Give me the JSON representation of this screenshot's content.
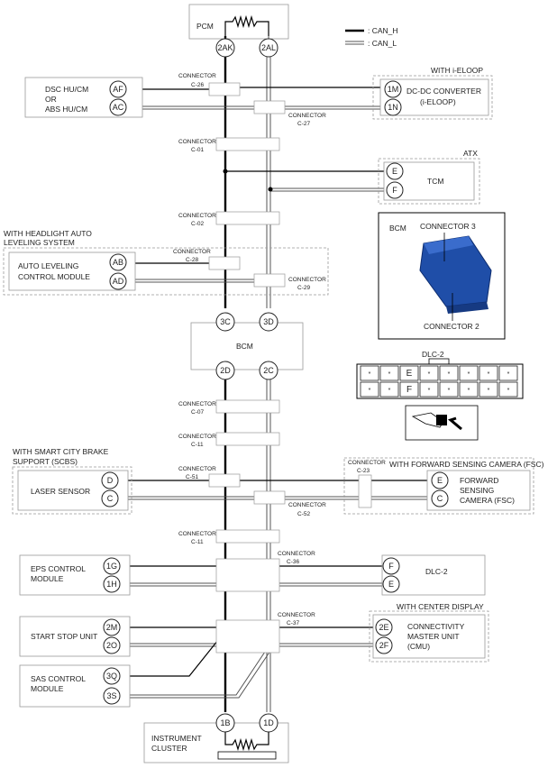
{
  "legend": {
    "can_h": ": CAN_H",
    "can_l": ": CAN_L"
  },
  "pcm": {
    "name": "PCM",
    "pin_h": "2AK",
    "pin_l": "2AL"
  },
  "dsc": {
    "line1": "DSC HU/CM",
    "line2": "OR",
    "line3": "ABS HU/CM",
    "pin_h": "AF",
    "pin_l": "AC"
  },
  "dcdc": {
    "tag": "WITH i-ELOOP",
    "line1": "DC-DC CONVERTER",
    "line2": "(i-ELOOP)",
    "pin_h": "1M",
    "pin_l": "1N"
  },
  "tcm": {
    "tag": "ATX",
    "name": "TCM",
    "pin_h": "E",
    "pin_l": "F"
  },
  "leveling": {
    "tag1": "WITH HEADLIGHT AUTO",
    "tag2": "LEVELING SYSTEM",
    "line1": "AUTO LEVELING",
    "line2": "CONTROL MODULE",
    "pin_h": "AB",
    "pin_l": "AD"
  },
  "bcm": {
    "name": "BCM",
    "pin_h_top": "3C",
    "pin_l_top": "3D",
    "pin_h_bot": "2D",
    "pin_l_bot": "2C"
  },
  "bcm_photo": {
    "title": "BCM",
    "conn3": "CONNECTOR 3",
    "conn2": "CONNECTOR 2"
  },
  "dlc_face": {
    "title": "DLC-2",
    "row1": [
      "*",
      "*",
      "E",
      "*",
      "*",
      "*",
      "*",
      "*"
    ],
    "row2": [
      "*",
      "*",
      "F",
      "*",
      "*",
      "*",
      "*",
      "*"
    ]
  },
  "laser": {
    "tag1": "WITH SMART CITY BRAKE",
    "tag2": "SUPPORT (SCBS)",
    "name": "LASER SENSOR",
    "pin_h": "D",
    "pin_l": "C"
  },
  "fsc": {
    "tag": "WITH FORWARD SENSING CAMERA (FSC)",
    "line1": "FORWARD",
    "line2": "SENSING",
    "line3": "CAMERA (FSC)",
    "pin_h": "E",
    "pin_l": "C"
  },
  "eps": {
    "line1": "EPS CONTROL",
    "line2": "MODULE",
    "pin_h": "1G",
    "pin_l": "1H"
  },
  "dlc2": {
    "name": "DLC-2",
    "pin_h": "F",
    "pin_l": "E"
  },
  "startstop": {
    "name": "START STOP UNIT",
    "pin_h": "2M",
    "pin_l": "2O"
  },
  "cmu": {
    "tag": "WITH CENTER DISPLAY",
    "line1": "CONNECTIVITY",
    "line2": "MASTER UNIT",
    "line3": "(CMU)",
    "pin_h": "2E",
    "pin_l": "2F"
  },
  "sas": {
    "line1": "SAS CONTROL",
    "line2": "MODULE",
    "pin_h": "3Q",
    "pin_l": "3S"
  },
  "cluster": {
    "line1": "INSTRUMENT",
    "line2": "CLUSTER",
    "pin_h": "1B",
    "pin_l": "1D"
  },
  "connectors": {
    "word": "CONNECTOR",
    "c26": "C-26",
    "c27": "C-27",
    "c01": "C-01",
    "c02": "C-02",
    "c28": "C-28",
    "c29": "C-29",
    "c07": "C-07",
    "c11a": "C-11",
    "c51": "C-51",
    "c23": "C-23",
    "c52": "C-52",
    "c11b": "C-11",
    "c36": "C-36",
    "c37": "C-37"
  }
}
